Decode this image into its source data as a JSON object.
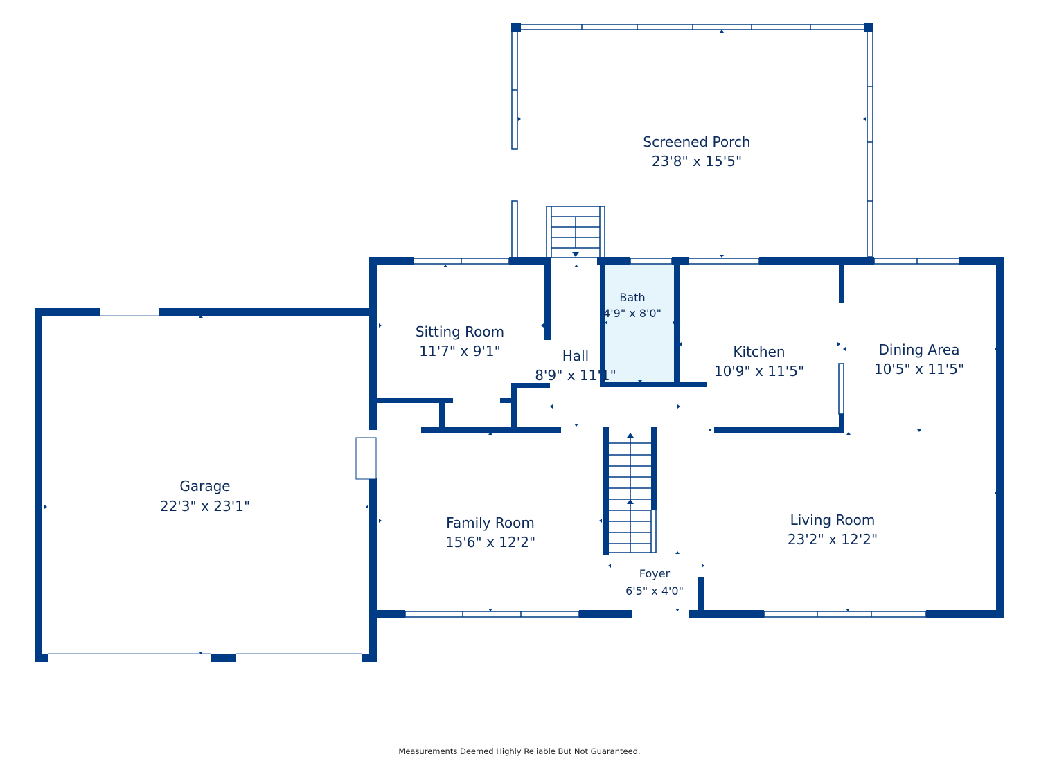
{
  "colors": {
    "wall": "#003b85",
    "bath_fill": "#e6f4fc",
    "text": "#0b2a5b"
  },
  "rooms": {
    "porch": {
      "name": "Screened Porch",
      "dim": "23'8\" x 15'5\""
    },
    "sitting": {
      "name": "Sitting Room",
      "dim": "11'7\" x 9'1\""
    },
    "bath": {
      "name": "Bath",
      "dim": "4'9\" x 8'0\""
    },
    "hall": {
      "name": "Hall",
      "dim": "8'9\" x 11'1\""
    },
    "kitchen": {
      "name": "Kitchen",
      "dim": "10'9\" x 11'5\""
    },
    "dining": {
      "name": "Dining Area",
      "dim": "10'5\" x 11'5\""
    },
    "garage": {
      "name": "Garage",
      "dim": "22'3\" x 23'1\""
    },
    "family": {
      "name": "Family Room",
      "dim": "15'6\" x 12'2\""
    },
    "living": {
      "name": "Living Room",
      "dim": "23'2\" x 12'2\""
    },
    "foyer": {
      "name": "Foyer",
      "dim": "6'5\" x 4'0\""
    }
  },
  "disclaimer": "Measurements Deemed Highly Reliable But Not Guaranteed."
}
